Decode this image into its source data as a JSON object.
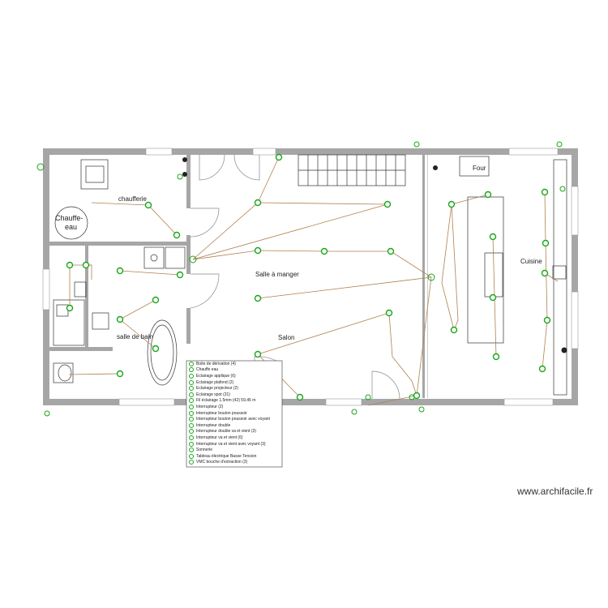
{
  "rooms": {
    "chaufferie": "chaufferie",
    "chauffe_eau_1": "Chauffe-",
    "chauffe_eau_2": "eau",
    "salle_a_manger": "Salle à manger",
    "salon": "Salon",
    "cuisine": "Cuisine",
    "salle_de_bain": "salle de bain",
    "four": "Four"
  },
  "legend": {
    "items": [
      {
        "icon": "socket-icon",
        "label": "Boite de dérivation (4)"
      },
      {
        "icon": "water-heater-icon",
        "label": "Chauffe eau"
      },
      {
        "icon": "wall-light-icon",
        "label": "Eclairage applique (6)"
      },
      {
        "icon": "ceiling-light-icon",
        "label": "Eclairage plafond (2)"
      },
      {
        "icon": "projector-light-icon",
        "label": "Eclairage projecteur (2)"
      },
      {
        "icon": "spot-light-icon",
        "label": "Eclairage spot (31)"
      },
      {
        "icon": "wire-icon",
        "label": "Fil éclairage 1.5mm (42) 59,45 m"
      },
      {
        "icon": "switch-icon",
        "label": "Interrupteur (2)"
      },
      {
        "icon": "push-switch-icon",
        "label": "Interrupteur bouton poussoir"
      },
      {
        "icon": "push-switch-light-icon",
        "label": "Interrupteur bouton poussoir avec voyant"
      },
      {
        "icon": "double-switch-icon",
        "label": "Interrupteur double"
      },
      {
        "icon": "double-two-way-switch-icon",
        "label": "Interrupteur double va et vient (3)"
      },
      {
        "icon": "two-way-switch-icon",
        "label": "Interrupteur va et vient (6)"
      },
      {
        "icon": "two-way-switch-light-icon",
        "label": "Interrupteur va et vient avec voyant (3)"
      },
      {
        "icon": "bell-icon",
        "label": "Sonnerie"
      },
      {
        "icon": "panel-icon",
        "label": "Tableau électrique Basse Tension"
      },
      {
        "icon": "vmc-icon",
        "label": "VMC bouche d'extraction (3)"
      }
    ]
  },
  "watermark": "www.archifacile.fr",
  "colors": {
    "wall": "#a6a6a6",
    "spot": "#1aa61a",
    "wire": "#b08050",
    "window": "#9a9a9a"
  }
}
